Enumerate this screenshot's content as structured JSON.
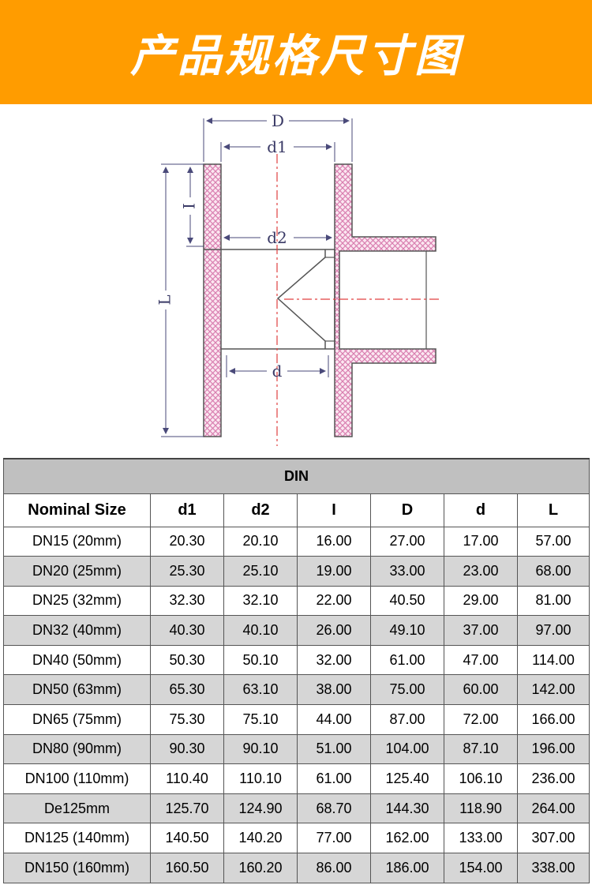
{
  "header": {
    "title": "产品规格尺寸图"
  },
  "diagram": {
    "labels": {
      "D": "D",
      "d1": "d1",
      "d2": "d2",
      "I": "I",
      "L": "L",
      "d": "d"
    }
  },
  "table": {
    "group_title": "DIN",
    "columns": [
      "Nominal Size",
      "d1",
      "d2",
      "I",
      "D",
      "d",
      "L"
    ],
    "rows": [
      [
        "DN15 (20mm)",
        "20.30",
        "20.10",
        "16.00",
        "27.00",
        "17.00",
        "57.00"
      ],
      [
        "DN20 (25mm)",
        "25.30",
        "25.10",
        "19.00",
        "33.00",
        "23.00",
        "68.00"
      ],
      [
        "DN25 (32mm)",
        "32.30",
        "32.10",
        "22.00",
        "40.50",
        "29.00",
        "81.00"
      ],
      [
        "DN32 (40mm)",
        "40.30",
        "40.10",
        "26.00",
        "49.10",
        "37.00",
        "97.00"
      ],
      [
        "DN40 (50mm)",
        "50.30",
        "50.10",
        "32.00",
        "61.00",
        "47.00",
        "114.00"
      ],
      [
        "DN50 (63mm)",
        "65.30",
        "63.10",
        "38.00",
        "75.00",
        "60.00",
        "142.00"
      ],
      [
        "DN65 (75mm)",
        "75.30",
        "75.10",
        "44.00",
        "87.00",
        "72.00",
        "166.00"
      ],
      [
        "DN80 (90mm)",
        "90.30",
        "90.10",
        "51.00",
        "104.00",
        "87.10",
        "196.00"
      ],
      [
        "DN100 (110mm)",
        "110.40",
        "110.10",
        "61.00",
        "125.40",
        "106.10",
        "236.00"
      ],
      [
        "De125mm",
        "125.70",
        "124.90",
        "68.70",
        "144.30",
        "118.90",
        "264.00"
      ],
      [
        "DN125 (140mm)",
        "140.50",
        "140.20",
        "77.00",
        "162.00",
        "133.00",
        "307.00"
      ],
      [
        "DN150 (160mm)",
        "160.50",
        "160.20",
        "86.00",
        "186.00",
        "154.00",
        "338.00"
      ]
    ]
  },
  "colors": {
    "banner": "#ff9c00",
    "hatch": "#e8a6c8",
    "centerline": "#e04040"
  }
}
